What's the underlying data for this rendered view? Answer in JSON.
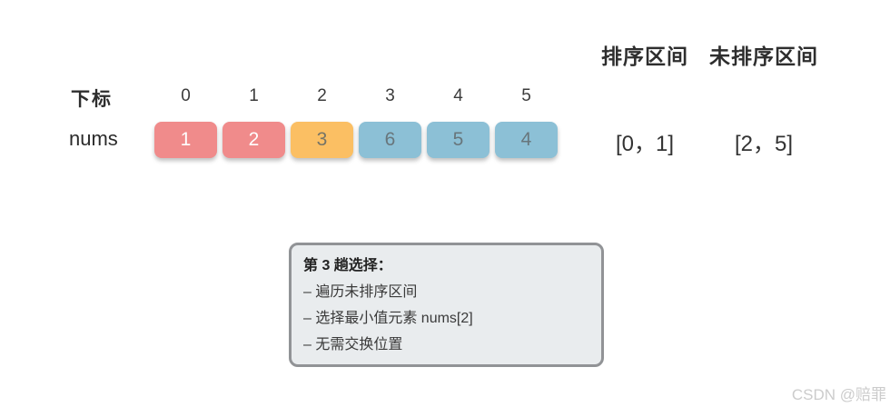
{
  "headers": {
    "sorted_region": "排序区间",
    "unsorted_region": "未排序区间"
  },
  "array": {
    "index_label": "下标",
    "name_label": "nums",
    "indices": [
      "0",
      "1",
      "2",
      "3",
      "4",
      "5"
    ],
    "cells": [
      {
        "value": "1",
        "bg": "#F08B8B",
        "fg": "#FFFFFF",
        "state": "sorted"
      },
      {
        "value": "2",
        "bg": "#F08B8B",
        "fg": "#FFFFFF",
        "state": "sorted"
      },
      {
        "value": "3",
        "bg": "#FBBF63",
        "fg": "#757467",
        "state": "min-selected"
      },
      {
        "value": "6",
        "bg": "#8CC0D6",
        "fg": "#68767C",
        "state": "unsorted"
      },
      {
        "value": "5",
        "bg": "#8CC0D6",
        "fg": "#68767C",
        "state": "unsorted"
      },
      {
        "value": "4",
        "bg": "#8CC0D6",
        "fg": "#68767C",
        "state": "unsorted"
      }
    ]
  },
  "intervals": {
    "sorted": "[0，1]",
    "unsorted": "[2，5]"
  },
  "note": {
    "title": "第 3 趟选择：",
    "bullets": [
      "– 遍历未排序区间",
      "– 选择最小值元素 nums[2]",
      "– 无需交换位置"
    ]
  },
  "watermark": "CSDN @赔罪",
  "colors": {
    "page_bg": "#FFFFFF",
    "sorted_cell": "#F08B8B",
    "min_cell": "#FBBF63",
    "unsorted_cell": "#8CC0D6",
    "note_bg": "#E9ECEE",
    "note_border": "#919396",
    "text": "#2F2F2F",
    "watermark": "#CCCCCC"
  }
}
